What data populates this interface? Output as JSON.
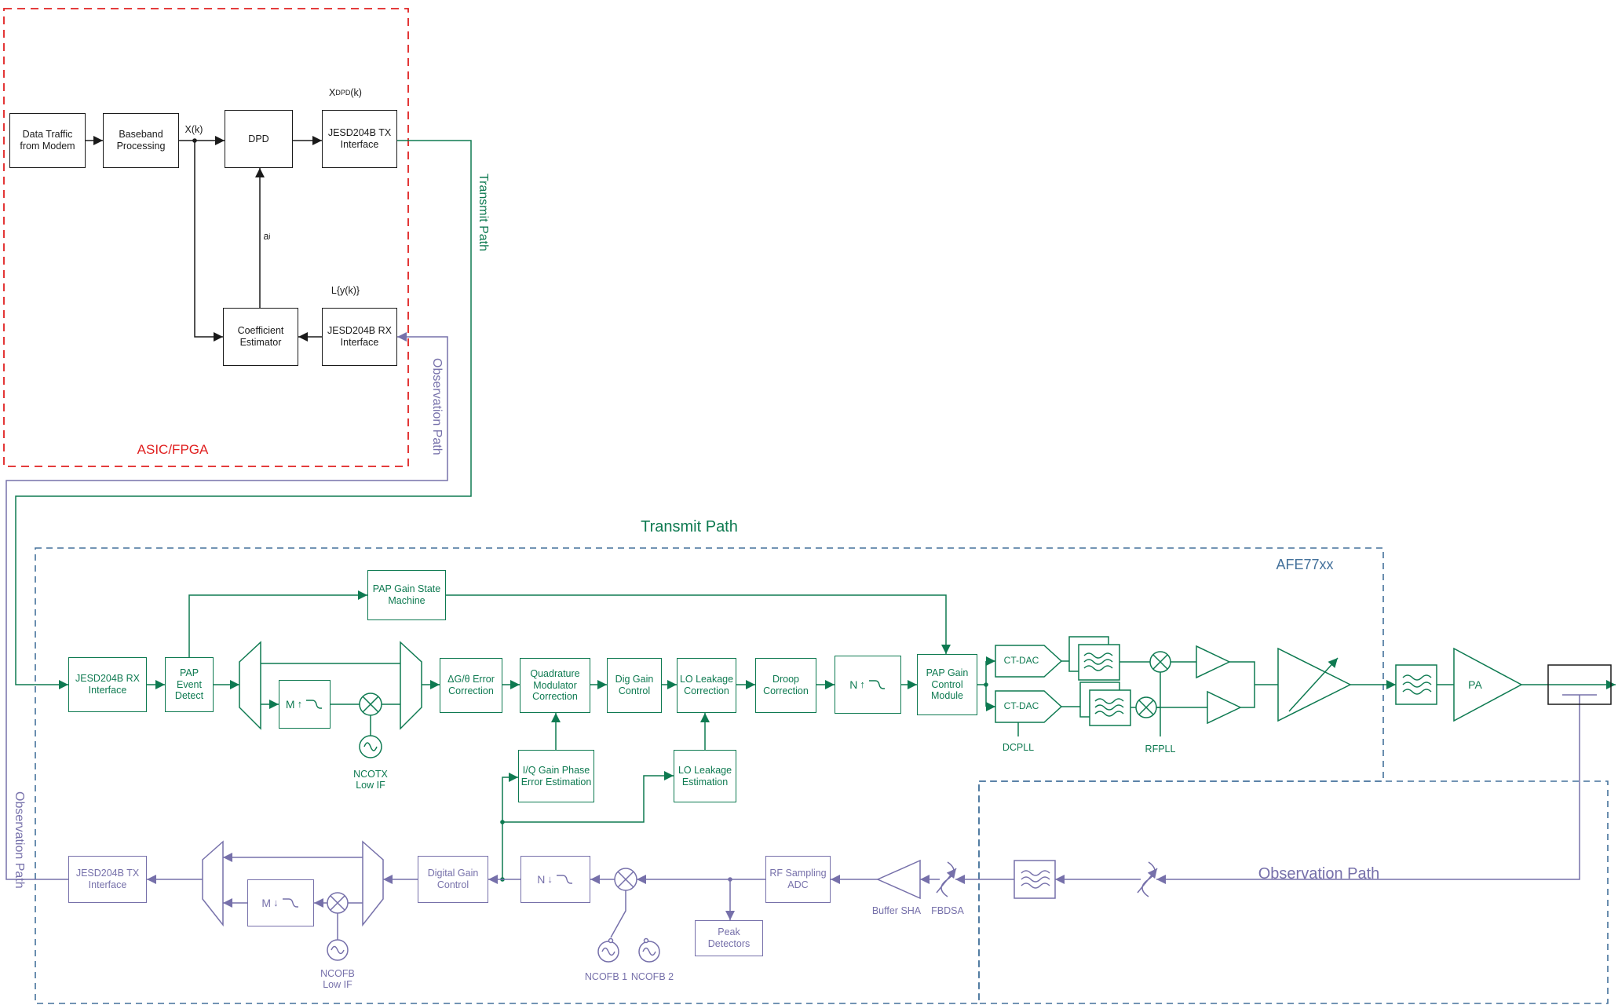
{
  "colors": {
    "transmit_green": "#0e7a51",
    "observation_purple": "#7670aa",
    "asic_red": "#e02020",
    "afe_blue": "#44719b",
    "ink": "#1a1a1a"
  },
  "asic": {
    "region_label": "ASIC/FPGA",
    "boxes": {
      "data_traffic": "Data Traffic from Modem",
      "baseband": "Baseband Processing",
      "dpd": "DPD",
      "jesd_tx": "JESD204B TX Interface",
      "coeff_estimator": "Coefficient Estimator",
      "jesd_rx": "JESD204B RX Interface"
    },
    "signals": {
      "xk": "X(k)",
      "a_base": "a",
      "a_sub": "i",
      "xdpd_base": "X",
      "xdpd_sub": "DPD",
      "xdpd_tail": "(k)",
      "lyk": "L{y(k)}"
    }
  },
  "path_labels": {
    "transmit": "Transmit Path",
    "observation": "Observation Path"
  },
  "afe": {
    "chip_label": "AFE77xx",
    "tx": {
      "jesd_rx": "JESD204B RX Interface",
      "pap_event_detect": "PAP Event Detect",
      "pap_gain_state_machine": "PAP Gain State Machine",
      "interp_m": {
        "letter": "M",
        "arrow": "↑"
      },
      "ncotx_line1": "NCOTX",
      "ncotx_line2": "Low IF",
      "gain_phase_correction": "ΔG/θ Error Correction",
      "quad_mod_correction": "Quadrature Modulator Correction",
      "dig_gain_control": "Dig Gain Control",
      "lo_leakage_correction": "LO Leakage Correction",
      "droop_correction": "Droop Correction",
      "interp_n": {
        "letter": "N",
        "arrow": "↑"
      },
      "pap_gain_control_module": "PAP Gain Control Module",
      "ct_dac": "CT-DAC",
      "dcpll": "DCPLL",
      "rfpll": "RFPLL",
      "iq_estimation": "I/Q Gain Phase Error Estimation",
      "lo_leakage_estimation": "LO Leakage Estimation",
      "pa": "PA"
    },
    "obs": {
      "jesd_tx": "JESD204B TX Interface",
      "decim_m": {
        "letter": "M",
        "arrow": "↓"
      },
      "ncofb_line1": "NCOFB",
      "ncofb_line2": "Low IF",
      "digital_gain_control": "Digital Gain Control",
      "decim_n": {
        "letter": "N",
        "arrow": "↓"
      },
      "ncofb1": "NCOFB 1",
      "ncofb2": "NCOFB 2",
      "peak_detectors": "Peak Detectors",
      "rf_sampling_adc": "RF Sampling ADC",
      "buffer_sha": "Buffer SHA",
      "fbdsa": "FBDSA"
    }
  }
}
